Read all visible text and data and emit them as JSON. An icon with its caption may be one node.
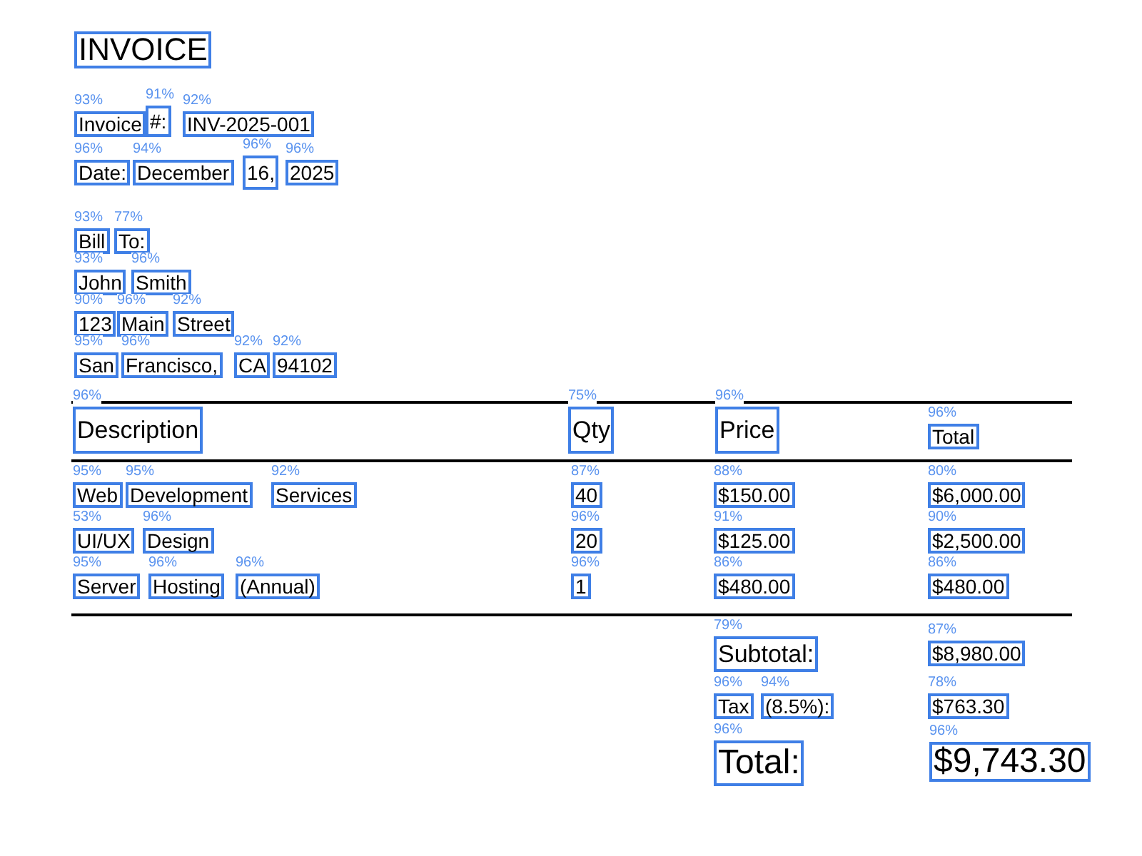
{
  "diagram": {
    "nodes": [
      {
        "text": [
          "INVOICE"
        ]
      },
      {
        "text": [
          "Invoice"
        ],
        "beside": [
          "93%"
        ]
      },
      {
        "text": [
          "#:"
        ],
        "beside": [
          "91%"
        ]
      },
      {
        "text": [
          "INV-2025-001"
        ],
        "beside": [
          "92%"
        ]
      },
      {
        "text": [
          "Date:"
        ],
        "beside": [
          "96%"
        ]
      },
      {
        "text": [
          "December"
        ],
        "beside": [
          "94%"
        ]
      },
      {
        "text": [
          "16,"
        ],
        "beside": [
          "96%"
        ]
      },
      {
        "text": [
          "2025"
        ],
        "beside": [
          "96%"
        ]
      },
      {
        "text": [
          "Bill"
        ],
        "beside": [
          "93%"
        ]
      },
      {
        "text": [
          "To:"
        ],
        "beside": [
          "77%"
        ]
      },
      {
        "text": [
          "John"
        ],
        "beside": [
          "93%"
        ]
      },
      {
        "text": [
          "Smith"
        ],
        "beside": [
          "96%"
        ]
      },
      {
        "text": [
          "123"
        ],
        "beside": [
          "90%"
        ]
      },
      {
        "text": [
          "Main"
        ],
        "beside": [
          "96%"
        ]
      },
      {
        "text": [
          "Street"
        ],
        "beside": [
          "92%"
        ]
      },
      {
        "text": [
          "San"
        ],
        "beside": [
          "95%"
        ]
      },
      {
        "text": [
          "Francisco,"
        ],
        "beside": [
          "96%"
        ]
      },
      {
        "text": [
          "CA"
        ],
        "beside": [
          "92%"
        ]
      },
      {
        "text": [
          "94102"
        ],
        "beside": [
          "92%"
        ]
      },
      {
        "text": [
          "Description"
        ],
        "beside": [
          "96%"
        ]
      },
      {
        "text": [
          "Qty"
        ],
        "beside": [
          "75%"
        ]
      },
      {
        "text": [
          "Price"
        ],
        "beside": [
          "96%"
        ]
      },
      {
        "text": [
          "Total"
        ],
        "beside": [
          "96%"
        ]
      },
      {
        "text": [
          "Web"
        ],
        "beside": [
          "95%"
        ]
      },
      {
        "text": [
          "Development"
        ],
        "beside": [
          "95%"
        ]
      },
      {
        "text": [
          "Services"
        ],
        "beside": [
          "92%"
        ]
      },
      {
        "text": [
          "40"
        ],
        "beside": [
          "87%"
        ]
      },
      {
        "text": [
          "$150.00"
        ],
        "beside": [
          "88%"
        ]
      },
      {
        "text": [
          "$6,000.00"
        ],
        "beside": [
          "80%"
        ]
      },
      {
        "text": [
          "UI/UX"
        ],
        "beside": [
          "53%"
        ]
      },
      {
        "text": [
          "Design"
        ],
        "beside": [
          "96%"
        ]
      },
      {
        "text": [
          "20"
        ],
        "beside": [
          "96%"
        ]
      },
      {
        "text": [
          "$125.00"
        ],
        "beside": [
          "91%"
        ]
      },
      {
        "text": [
          "$2,500.00"
        ],
        "beside": [
          "90%"
        ]
      },
      {
        "text": [
          "Server"
        ],
        "beside": [
          "95%"
        ]
      },
      {
        "text": [
          "Hosting"
        ],
        "beside": [
          "96%"
        ]
      },
      {
        "text": [
          "(Annual)"
        ],
        "beside": [
          "96%"
        ]
      },
      {
        "text": [
          "1"
        ],
        "beside": [
          "96%"
        ]
      },
      {
        "text": [
          "$480.00"
        ],
        "beside": [
          "86%"
        ]
      },
      {
        "text": [
          "$480.00"
        ],
        "beside": [
          "86%"
        ]
      },
      {
        "text": [
          "Subtotal:"
        ],
        "beside": [
          "79%"
        ]
      },
      {
        "text": [
          "$8,980.00"
        ],
        "beside": [
          "87%"
        ]
      },
      {
        "text": [
          "Tax"
        ],
        "beside": [
          "96%"
        ]
      },
      {
        "text": [
          "(8.5%):"
        ],
        "beside": [
          "94%"
        ]
      },
      {
        "text": [
          "$763.30"
        ],
        "beside": [
          "78%"
        ]
      },
      {
        "text": [
          "Total:"
        ],
        "beside": [
          "96%"
        ]
      },
      {
        "text": [
          "$9,743.30"
        ],
        "beside": [
          "96%"
        ]
      }
    ]
  }
}
